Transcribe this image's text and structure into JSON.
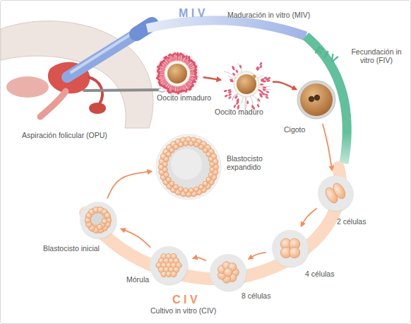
{
  "diagram": {
    "nodes": [
      {
        "text": [
          "Oocito inmaduro"
        ]
      },
      {
        "text": [
          "Oocito maduro"
        ]
      },
      {
        "text": [
          "Cigoto"
        ]
      },
      {
        "text": [
          "2 células"
        ]
      },
      {
        "text": [
          "4 células"
        ]
      },
      {
        "text": [
          "8 células"
        ]
      },
      {
        "text": [
          "Mórula"
        ]
      },
      {
        "text": [
          "Blastocisto inicial"
        ]
      },
      {
        "text": [
          "Blastocisto expandido"
        ]
      }
    ],
    "edges": [
      {
        "from": 0,
        "to": 1,
        "arrow": "to"
      },
      {
        "from": 1,
        "to": 2,
        "arrow": "to"
      },
      {
        "from": 2,
        "to": 3,
        "arrow": "to"
      },
      {
        "from": 3,
        "to": 4,
        "arrow": "to"
      },
      {
        "from": 4,
        "to": 5,
        "arrow": "to"
      },
      {
        "from": 5,
        "to": 6,
        "arrow": "to"
      },
      {
        "from": 6,
        "to": 7,
        "arrow": "to"
      },
      {
        "from": 7,
        "to": 8,
        "arrow": "to"
      }
    ],
    "labels": [
      "M I V",
      "Maduración in vitro (MIV)",
      "F I V",
      "Fecundación in vitro (FIV)",
      "C I V",
      "Cultivo in vitro (CIV)",
      "Aspiración folicular (OPU)"
    ]
  }
}
